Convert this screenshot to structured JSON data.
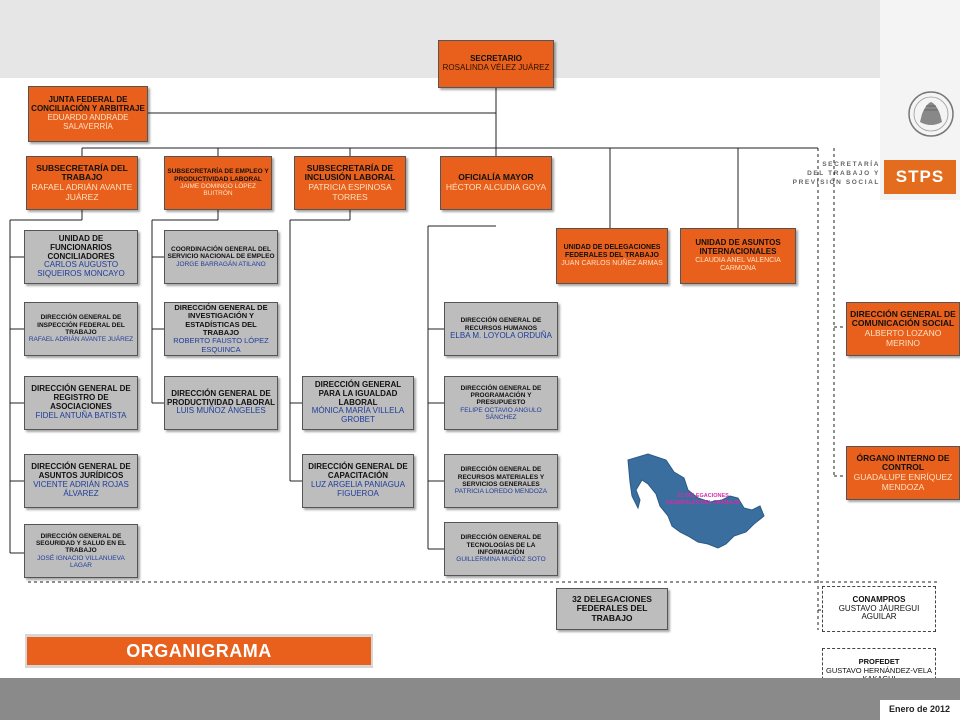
{
  "header": {
    "date": "Enero de 2012"
  },
  "logo": {
    "wordmark": [
      "SECRETARÍA",
      "DEL TRABAJO Y",
      "PREVISIÓN SOCIAL"
    ],
    "acronym": "STPS",
    "icon": "mexican-seal-icon"
  },
  "banner": {
    "title": "ORGANIGRAMA"
  },
  "map": {
    "label": "32 DELEGACIONES FEDERALES DEL TRABAJO",
    "icon": "mexico-map-icon"
  },
  "colors": {
    "orange": "#e8601c",
    "gray": "#bdbdbd",
    "name_blue": "#1f3d9a",
    "map_blue": "#3a6e9e",
    "map_label": "#d82aa8"
  },
  "boxes": {
    "secretario": {
      "title": "SECRETARIO",
      "name": "ROSALINDA VÉLEZ JUÁREZ"
    },
    "junta": {
      "title": "JUNTA FEDERAL DE CONCILIACIÓN Y ARBITRAJE",
      "name": "EDUARDO ANDRADE SALAVERRÍA"
    },
    "subsec_trabajo": {
      "title": "SUBSECRETARÍA DEL TRABAJO",
      "name": "RAFAEL ADRIÁN AVANTE JUÁREZ"
    },
    "subsec_empleo": {
      "title": "SUBSECRETARÍA DE EMPLEO Y PRODUCTIVIDAD LABORAL",
      "name": "JAIME DOMINGO LÓPEZ BUITRÓN"
    },
    "subsec_inclusion": {
      "title": "SUBSECRETARÍA DE INCLUSIÓN LABORAL",
      "name": "PATRICIA ESPINOSA TORRES"
    },
    "oficialia": {
      "title": "OFICIALÍA MAYOR",
      "name": "HÉCTOR ALCUDIA GOYA"
    },
    "unidad_delegaciones": {
      "title": "UNIDAD DE DELEGACIONES FEDERALES DEL TRABAJO",
      "name": "JUAN CARLOS NÚÑEZ ARMAS"
    },
    "unidad_asuntos_int": {
      "title": "UNIDAD DE ASUNTOS INTERNACIONALES",
      "name": "CLAUDIA ANEL VALENCIA CARMONA"
    },
    "dg_comunicacion": {
      "title": "DIRECCIÓN GENERAL DE COMUNICACIÓN SOCIAL",
      "name": "ALBERTO LOZANO MERINO"
    },
    "organo_control": {
      "title": "ÓRGANO INTERNO DE CONTROL",
      "name": "GUADALUPE ENRÍQUEZ MENDOZA"
    },
    "unidad_funcionarios": {
      "title": "UNIDAD DE FUNCIONARIOS CONCILIADORES",
      "name": "CARLOS AUGUSTO SIQUEIROS MONCAYO"
    },
    "dg_inspeccion": {
      "title": "DIRECCIÓN GENERAL DE INSPECCIÓN FEDERAL DEL TRABAJO",
      "name": "RAFAEL ADRIÁN AVANTE JUÁREZ"
    },
    "dg_registro": {
      "title": "DIRECCIÓN GENERAL DE REGISTRO DE ASOCIACIONES",
      "name": "FIDEL ANTUÑA BATISTA"
    },
    "dg_juridicos": {
      "title": "DIRECCIÓN GENERAL DE ASUNTOS JURÍDICOS",
      "name": "VICENTE ADRIÁN ROJAS ÁLVAREZ"
    },
    "dg_seguridad": {
      "title": "DIRECCIÓN GENERAL DE SEGURIDAD Y SALUD EN EL TRABAJO",
      "name": "JOSÉ IGNACIO VILLANUEVA LAGAR"
    },
    "coord_empleo": {
      "title": "COORDINACIÓN GENERAL DEL SERVICIO NACIONAL DE EMPLEO",
      "name": "JORGE BARRAGÁN ATILANO"
    },
    "dg_investigacion": {
      "title": "DIRECCIÓN GENERAL DE INVESTIGACIÓN Y ESTADÍSTICAS DEL TRABAJO",
      "name": "ROBERTO FAUSTO LÓPEZ ESQUINCA"
    },
    "dg_productividad": {
      "title": "DIRECCIÓN GENERAL DE PRODUCTIVIDAD LABORAL",
      "name": "LUIS MUÑOZ ÁNGELES"
    },
    "dg_igualdad": {
      "title": "DIRECCIÓN GENERAL PARA LA IGUALDAD LABORAL",
      "name": "MÓNICA MARÍA VILLELA GROBET"
    },
    "dg_capacitacion": {
      "title": "DIRECCIÓN GENERAL DE CAPACITACIÓN",
      "name": "LUZ ARGELIA PANIAGUA FIGUEROA"
    },
    "dg_rh": {
      "title": "DIRECCIÓN GENERAL DE RECURSOS HUMANOS",
      "name": "ELBA M. LOYOLA ORDUÑA"
    },
    "dg_programacion": {
      "title": "DIRECCIÓN GENERAL DE PROGRAMACIÓN Y PRESUPUESTO",
      "name": "FELIPE OCTAVIO ANGULO SÁNCHEZ"
    },
    "dg_materiales": {
      "title": "DIRECCIÓN GENERAL DE RECURSOS MATERIALES Y SERVICIOS GENERALES",
      "name": "PATRICIA LOREDO MENDOZA"
    },
    "dg_tecnologias": {
      "title": "DIRECCIÓN GENERAL DE TECNOLOGÍAS DE LA INFORMACIÓN",
      "name": "GUILLERMINA MUÑOZ SOTO"
    },
    "delegaciones32": {
      "title": "32 DELEGACIONES FEDERALES DEL TRABAJO",
      "name": ""
    },
    "conampros": {
      "title": "CONAMPROS",
      "name": "GUSTAVO JÁUREGUI AGUILAR"
    },
    "profedet": {
      "title": "PROFEDET",
      "name": "GUSTAVO HERNÁNDEZ-VELA KAKAGUI"
    }
  }
}
